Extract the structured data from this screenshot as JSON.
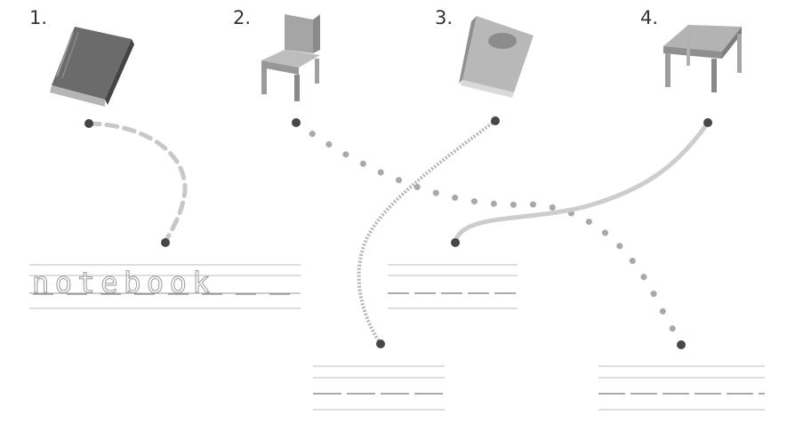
{
  "items": [
    {
      "number": "1.",
      "picture": "notebook-picture"
    },
    {
      "number": "2.",
      "picture": "chair-picture"
    },
    {
      "number": "3.",
      "picture": "book-picture"
    },
    {
      "number": "4.",
      "picture": "table-picture"
    }
  ],
  "example_word": "notebook"
}
